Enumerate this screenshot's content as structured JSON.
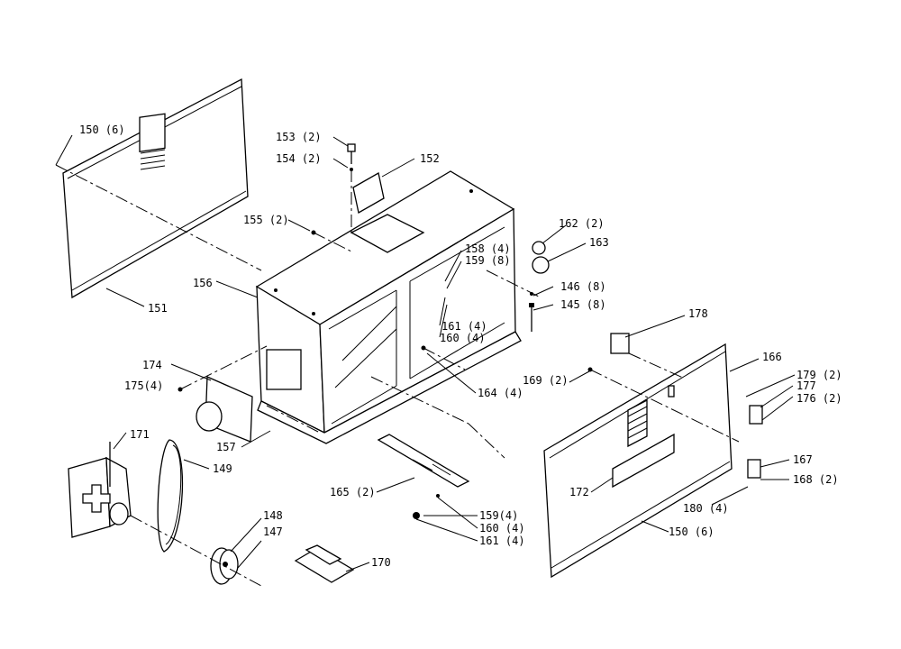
{
  "labels": {
    "l150a": "150 (6)",
    "l150b": "150 (6)",
    "l151": "151",
    "l153": "153 (2)",
    "l154": "154 (2)",
    "l152": "152",
    "l155": "155 (2)",
    "l156": "156",
    "l158": "158 (4)",
    "l159a": "159 (8)",
    "l161a": "161 (4)",
    "l160a": "160 (4)",
    "l162": "162 (2)",
    "l163": "163",
    "l146": "146 (8)",
    "l145": "145 (8)",
    "l178": "178",
    "l166": "166",
    "l179": "179 (2)",
    "l177": "177",
    "l176": "176 (2)",
    "l174": "174",
    "l175": "175(4)",
    "l164": "164 (4)",
    "l169": "169 (2)",
    "l157": "157",
    "l171": "171",
    "l149": "149",
    "l165": "165 (2)",
    "l159b": "159(4)",
    "l160b": "160 (4)",
    "l161b": "161 (4)",
    "l172": "172",
    "l167": "167",
    "l168": "168 (2)",
    "l180": "180 (4)",
    "l148": "148",
    "l147": "147",
    "l170": "170"
  }
}
